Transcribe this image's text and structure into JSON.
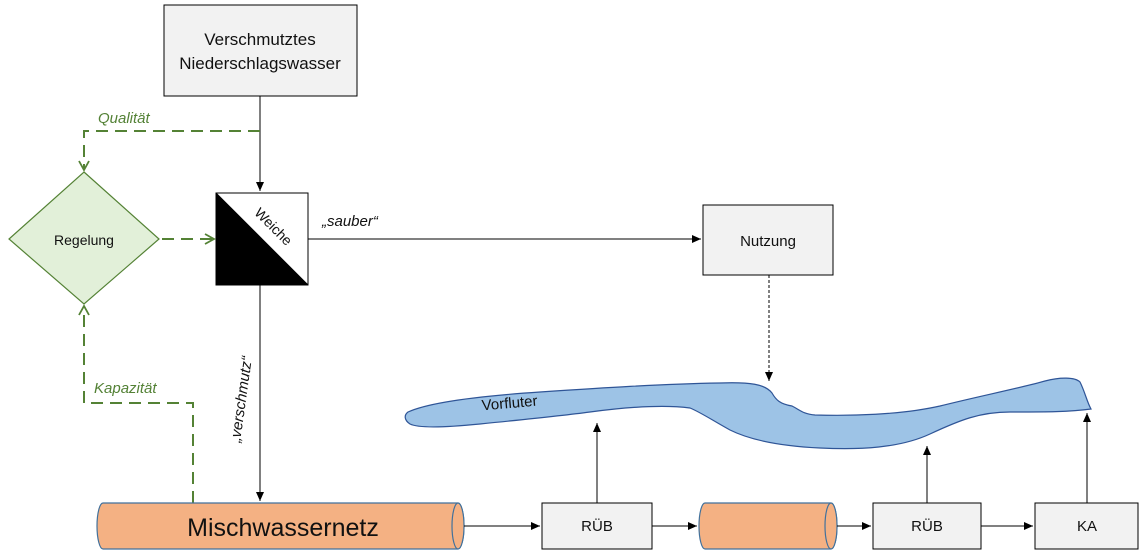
{
  "nodes": {
    "source": {
      "line1": "Verschmutztes",
      "line2": "Niederschlagswasser"
    },
    "regelung": {
      "label": "Regelung"
    },
    "weiche": {
      "label": "Weiche"
    },
    "nutzung": {
      "label": "Nutzung"
    },
    "vorfluter": {
      "label": "Vorfluter"
    },
    "mischwassernetz": {
      "label": "Mischwassernetz"
    },
    "rub1": {
      "label": "RÜB"
    },
    "rub2": {
      "label": "RÜB"
    },
    "ka": {
      "label": "KA"
    }
  },
  "edge_labels": {
    "qualitaet": "Qualität",
    "kapazitaet": "Kapazität",
    "sauber": "„sauber“",
    "verschmutz": "„verschmutz“"
  },
  "colors": {
    "pipe_fill": "#f4b183",
    "pipe_stroke": "#41719c",
    "river_fill": "#9dc3e6",
    "river_stroke": "#2f5597",
    "diamond_fill": "#e2f0d9",
    "diamond_stroke": "#548235",
    "control_line": "#548235",
    "box_fill": "#f2f2f2"
  }
}
